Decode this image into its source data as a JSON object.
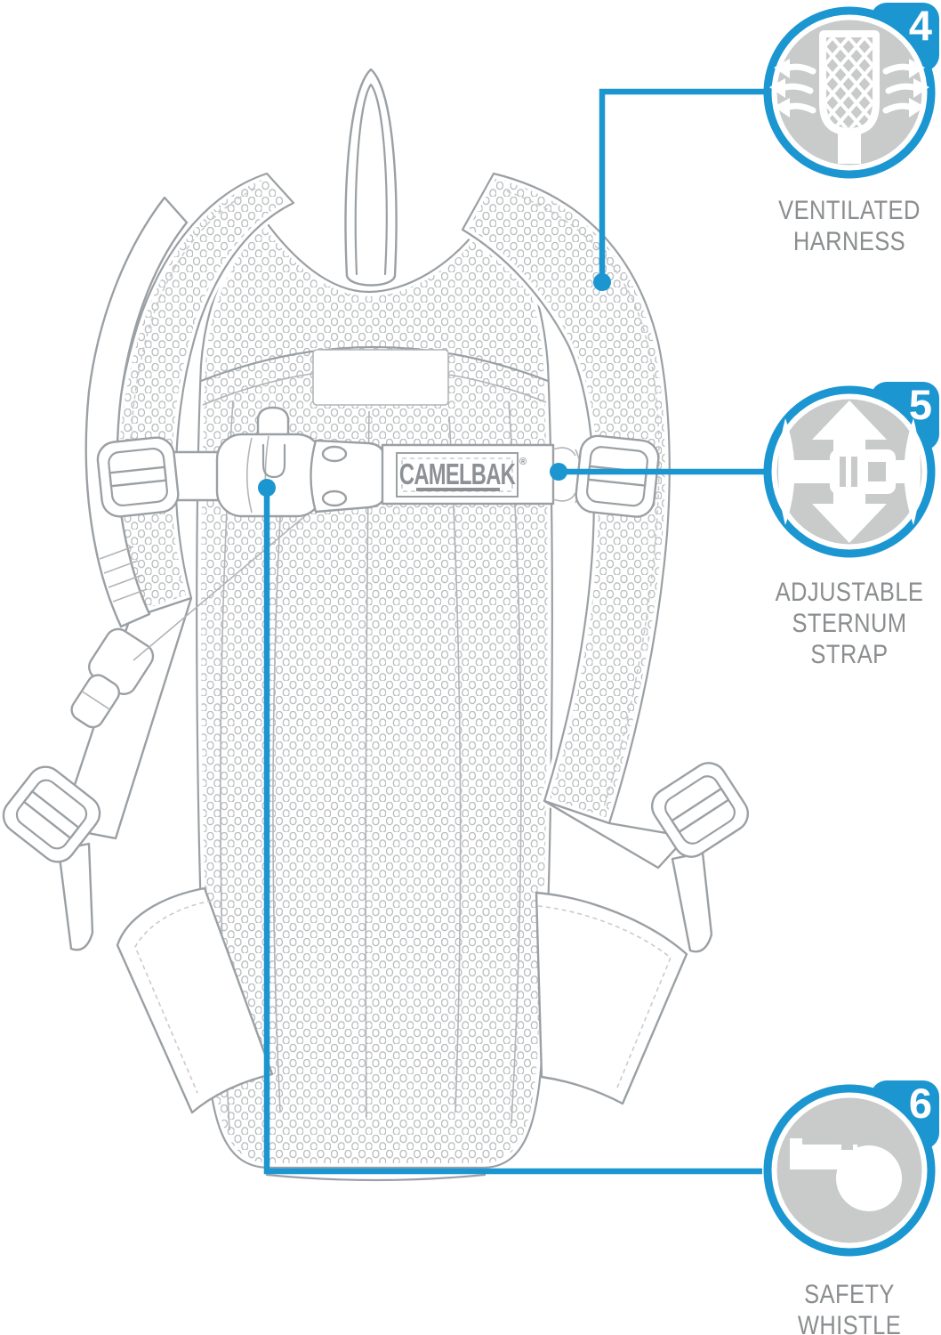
{
  "illustration": {
    "subject": "hydration backpack line-art diagram (back view)",
    "background": "#ffffff"
  },
  "brand": {
    "logo_text": "CAMELBAK",
    "registered_mark": "®"
  },
  "colors": {
    "accent_blue": "#1b96d1",
    "icon_disc_gray": "#c9cbca",
    "line_art_gray": "#9ba0a4",
    "mesh_gray": "#b9bcbe",
    "label_gray": "#8b8e90"
  },
  "callouts": [
    {
      "number": "4",
      "icon_name": "ventilated-harness-icon",
      "label_lines": [
        "VENTILATED",
        "HARNESS"
      ]
    },
    {
      "number": "5",
      "icon_name": "adjustable-sternum-strap-icon",
      "label_lines": [
        "ADJUSTABLE",
        "STERNUM",
        "STRAP"
      ]
    },
    {
      "number": "6",
      "icon_name": "safety-whistle-icon",
      "label_lines": [
        "SAFETY",
        "WHISTLE"
      ]
    }
  ]
}
